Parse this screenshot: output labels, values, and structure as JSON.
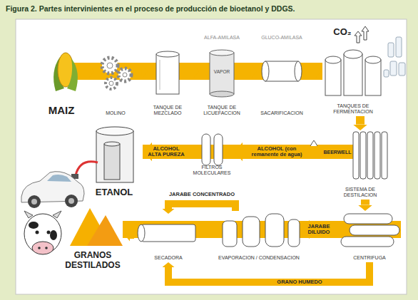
{
  "diagram": {
    "title": "Figura 2. Partes intervinientes en el proceso de producción de bioetanol y DDGS.",
    "nodes": [
      {
        "text": [
          "MAIZ"
        ]
      },
      {
        "text": [
          "MOLINO"
        ]
      },
      {
        "text": [
          "TANQUE DE MEZCLADO"
        ]
      },
      {
        "text": [
          "TANQUE DE LICUEFACCION"
        ]
      },
      {
        "text": [
          "SACARIFICACION"
        ]
      },
      {
        "text": [
          "TANQUES DE FERMENTACION"
        ]
      },
      {
        "text": [
          "SISTEMA DE DESTILACION"
        ]
      },
      {
        "text": [
          "FILTROS MOLECULARES"
        ]
      },
      {
        "text": [
          "ETANOL"
        ]
      },
      {
        "text": [
          "CENTRIFUGA"
        ]
      },
      {
        "text": [
          "EVAPORACION / CONDENSACION"
        ]
      },
      {
        "text": [
          "SECADORA"
        ]
      },
      {
        "text": [
          "GRANOS DESTILADOS"
        ]
      }
    ],
    "edges": [
      {
        "from": 0,
        "to": 1,
        "arrow": "to"
      },
      {
        "from": 1,
        "to": 2,
        "arrow": "to"
      },
      {
        "from": 2,
        "to": 3,
        "arrow": "to"
      },
      {
        "from": 3,
        "to": 4,
        "arrow": "to"
      },
      {
        "from": 4,
        "to": 5,
        "arrow": "to"
      },
      {
        "from": 5,
        "to": 6,
        "arrow": "to"
      },
      {
        "from": 6,
        "to": 7,
        "label": "ALCOHOL (con remanente de agua)",
        "arrow": "to"
      },
      {
        "from": 7,
        "to": 8,
        "label": "ALCOHOL ALTA PUREZA",
        "arrow": "to"
      },
      {
        "from": 6,
        "to": 9,
        "arrow": "to"
      },
      {
        "from": 9,
        "to": 10,
        "label": "JARABE DILUIDO",
        "arrow": "to"
      },
      {
        "from": 10,
        "to": 11,
        "label": "JARABE CONCENTRADO",
        "arrow": "to"
      },
      {
        "from": 9,
        "to": 11,
        "label": "GRANO HUMEDO",
        "arrow": "to"
      },
      {
        "from": 11,
        "to": 12,
        "arrow": "to"
      }
    ],
    "labels": [
      "ALFA-AMILASA",
      "GLUCO-AMILASA",
      "CO₂",
      "VAPOR",
      "BEERWELL"
    ]
  }
}
